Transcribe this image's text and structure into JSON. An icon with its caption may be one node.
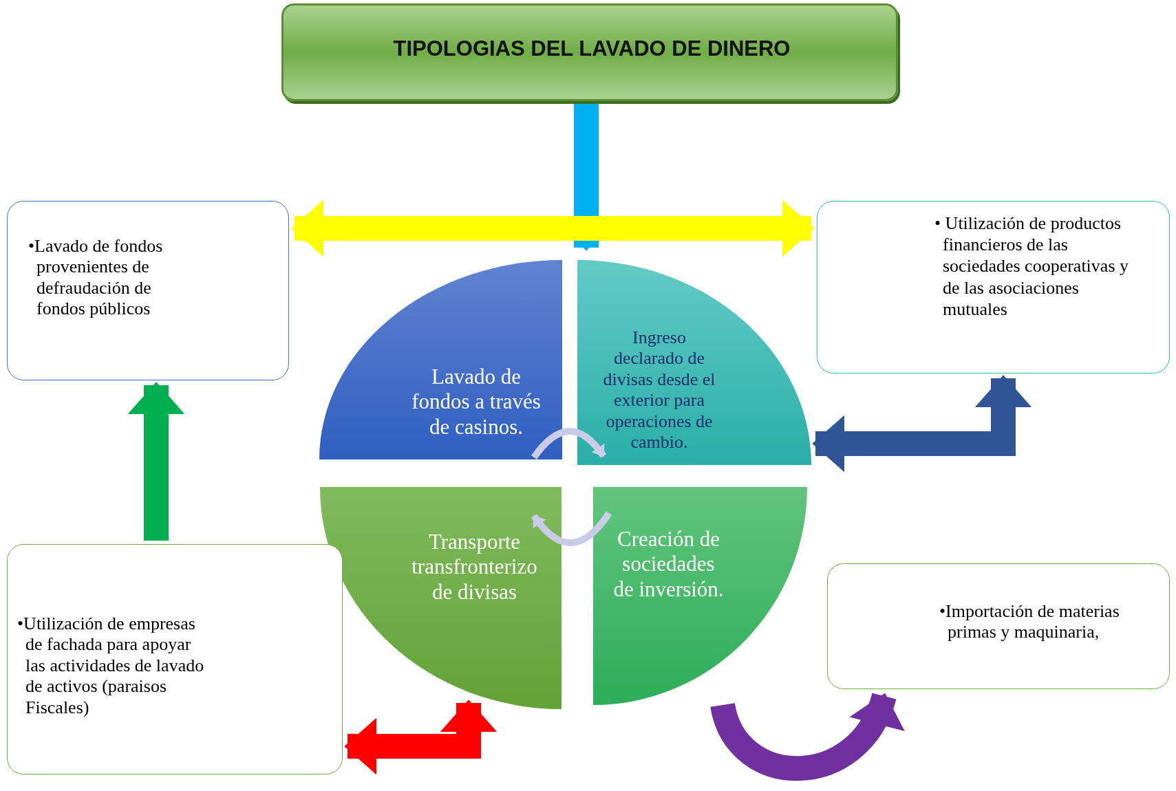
{
  "diagram": {
    "nodes": [
      {
        "text": [
          "TIPOLOGIAS DEL LAVADO DE DINERO"
        ]
      },
      {
        "text": [
          "•Lavado de fondos provenientes de defraudación de fondos públicos"
        ]
      },
      {
        "text": [
          "• Utilización de productos financieros de las sociedades cooperativas y de las asociaciones mutuales"
        ]
      },
      {
        "text": [
          "Lavado de fondos a través de casinos."
        ]
      },
      {
        "text": [
          "Ingreso declarado de divisas desde el exterior para operaciones de cambio."
        ]
      },
      {
        "text": [
          "Transporte transfronterizo de divisas"
        ]
      },
      {
        "text": [
          "Creación de sociedades de inversión."
        ]
      },
      {
        "text": [
          "•Utilización de empresas de fachada para apoyar las actividades de lavado de activos  (paraisos Fiscales)"
        ]
      },
      {
        "text": [
          "•Importación de materias primas y maquinaria,"
        ]
      }
    ],
    "edges": [
      {
        "from": 0,
        "to": 4,
        "arrow": "to",
        "color": "#00b0f0"
      },
      {
        "from": 1,
        "to": 2,
        "arrow": "both",
        "color": "#ffff00"
      },
      {
        "from": 7,
        "to": 1,
        "arrow": "to",
        "color": "#00b050"
      },
      {
        "from": 7,
        "to": 5,
        "arrow": "both",
        "color": "#ff0000"
      },
      {
        "from": 4,
        "to": 2,
        "arrow": "both",
        "color": "#2f5597"
      },
      {
        "from": 6,
        "to": 8,
        "arrow": "to",
        "color": "#7030a0"
      },
      {
        "from": 3,
        "to": 4,
        "arrow": "to",
        "color": "#c9cbe8"
      },
      {
        "from": 6,
        "to": 5,
        "arrow": "to",
        "color": "#c9cbe8"
      }
    ]
  }
}
